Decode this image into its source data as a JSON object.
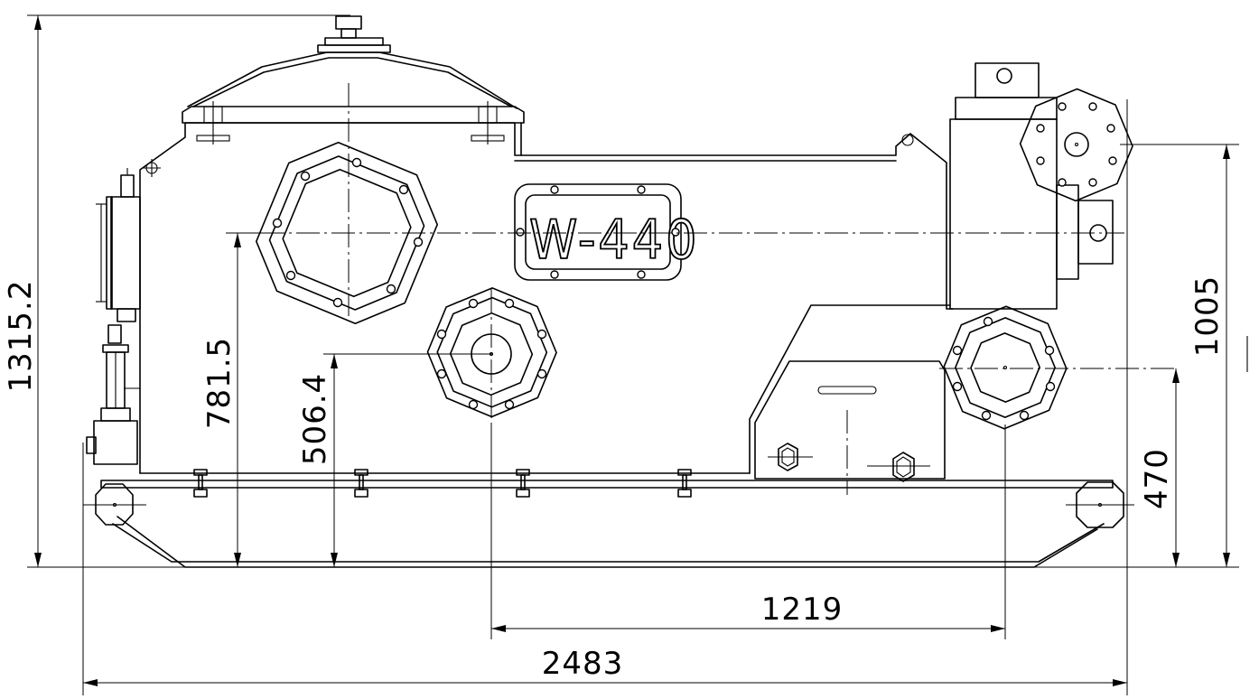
{
  "drawing": {
    "model_label": "W-440",
    "dimensions": {
      "total_height": "1315.2",
      "left_shaft_height": "781.5",
      "middle_shaft_height": "506.4",
      "right_top_height": "1005",
      "right_low_height": "470",
      "shaft_spacing": "1219",
      "overall_length": "2483"
    }
  }
}
